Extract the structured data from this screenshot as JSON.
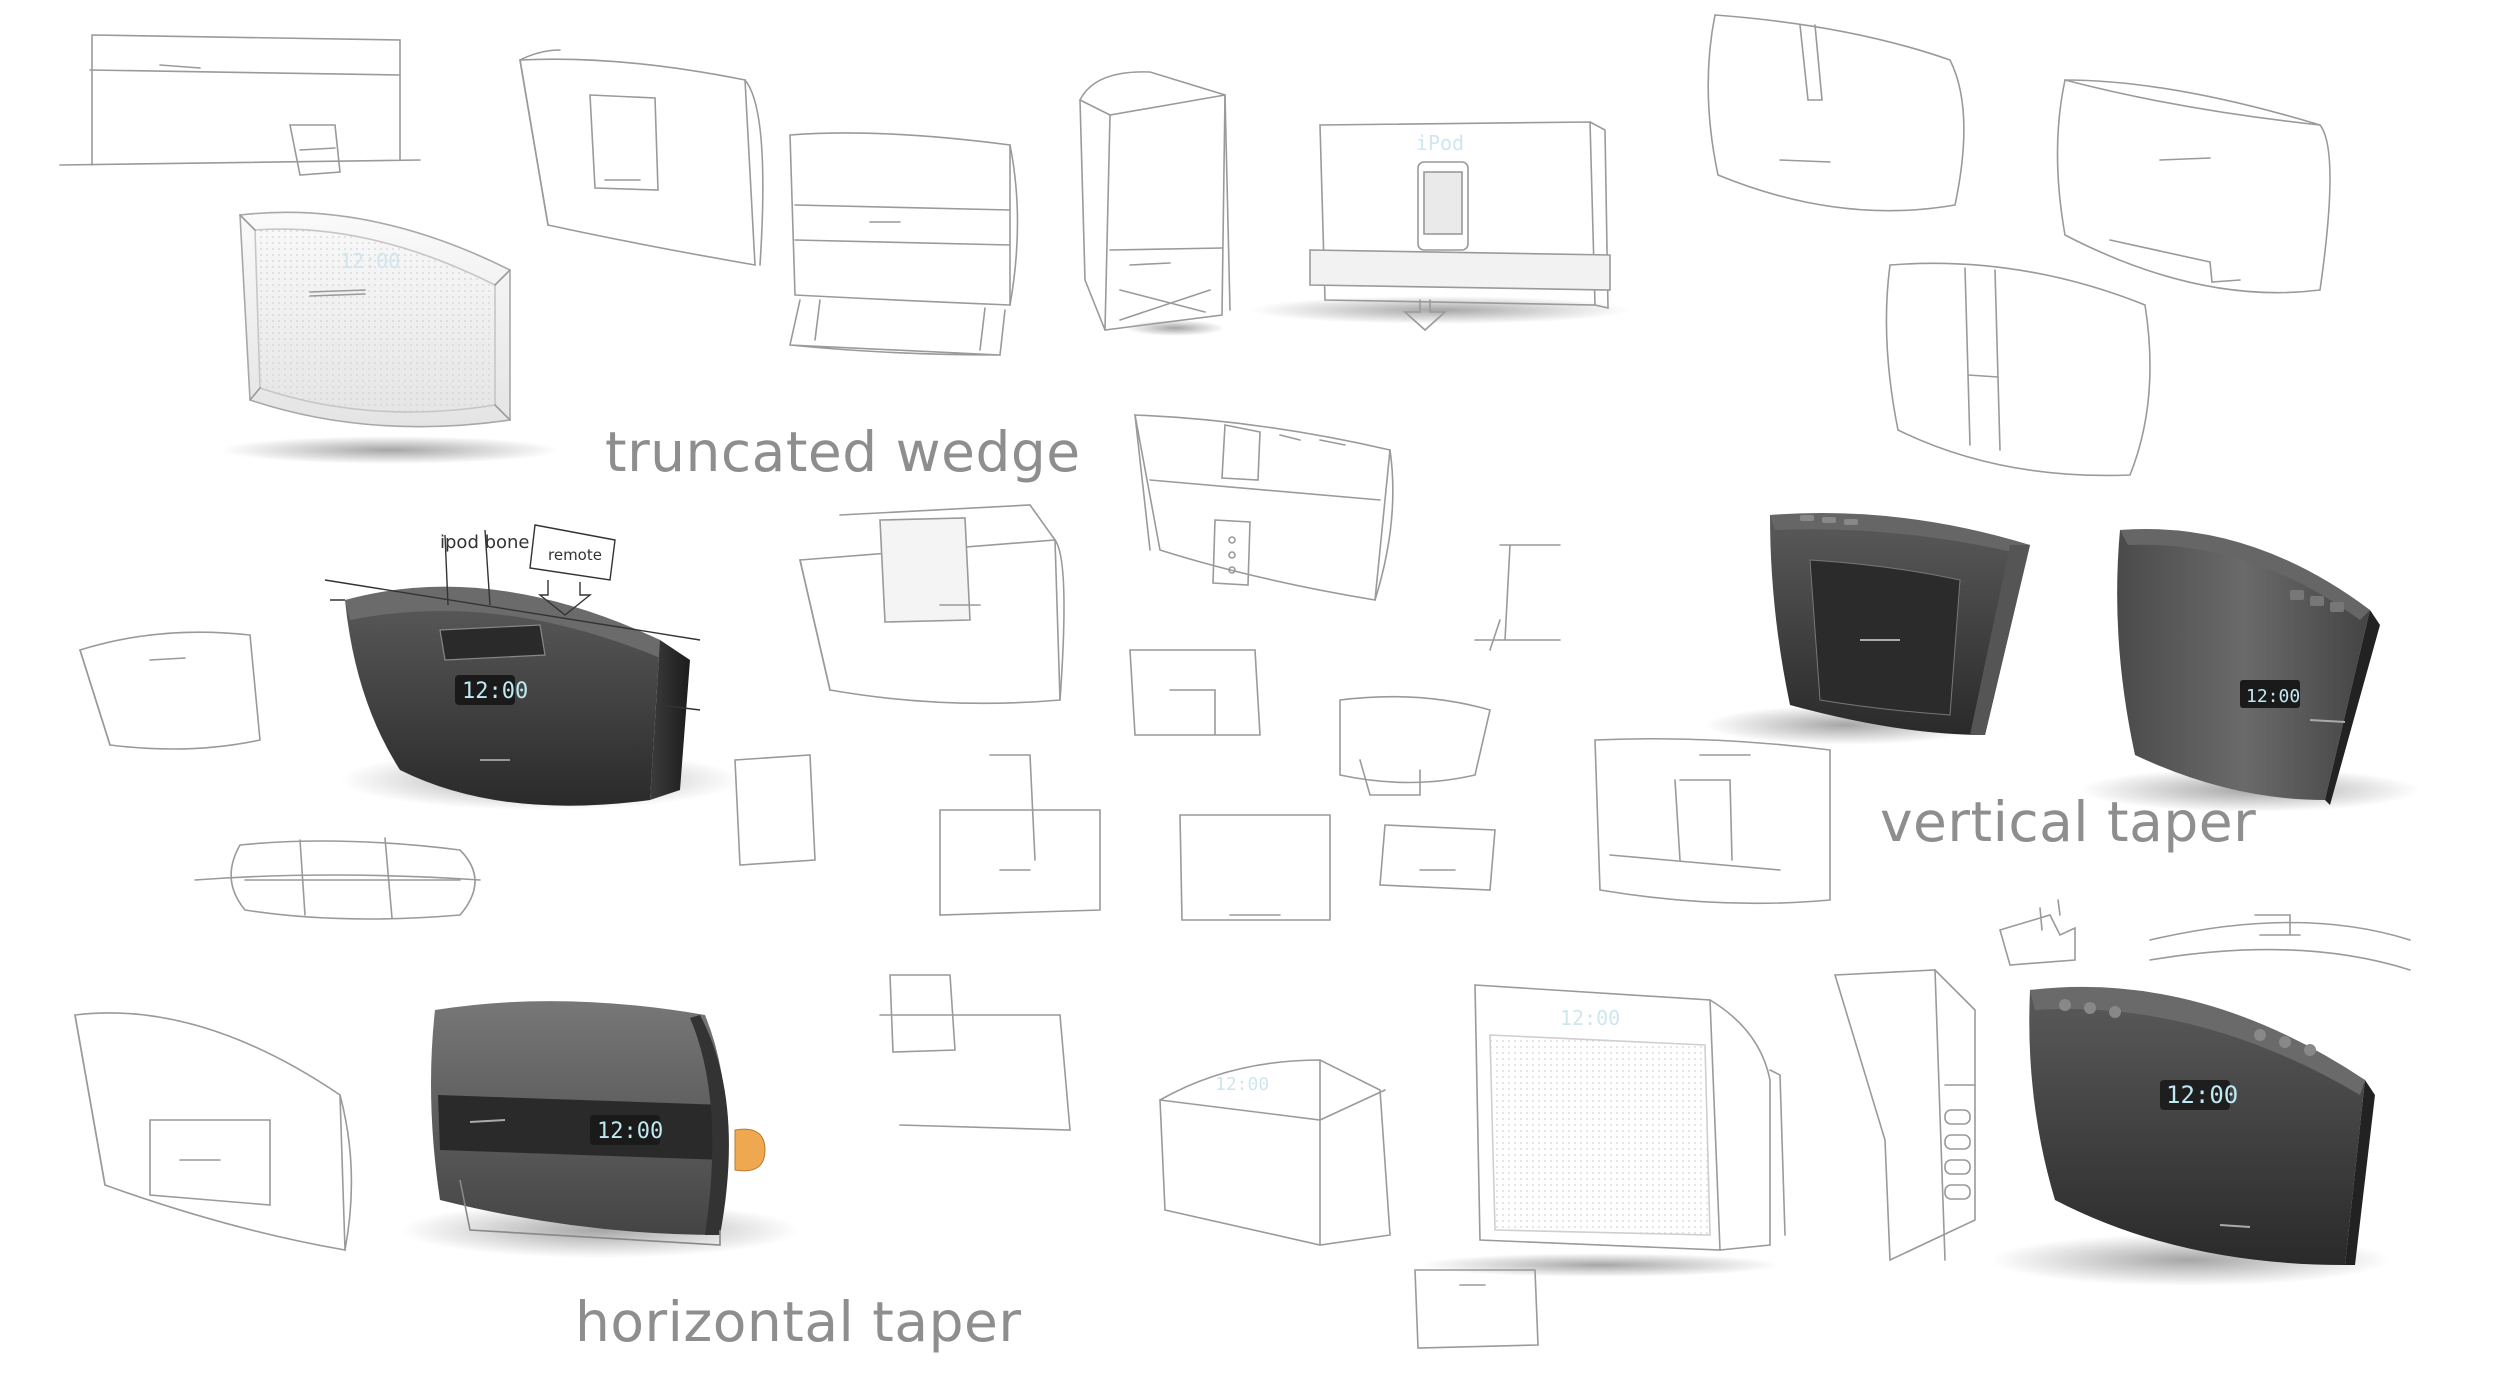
{
  "labels": {
    "truncated_wedge": "truncated wedge",
    "vertical_taper": "vertical taper",
    "horizontal_taper": "horizontal taper"
  },
  "annotations": {
    "ipod_note": "ipod bone",
    "remote_note": "remote"
  },
  "displays": {
    "clock_time": "12:00",
    "ipod_text": "iPod"
  },
  "colors": {
    "sketch_line": "#9a9a9a",
    "render_dark": "#3a3a3a",
    "lcd_blue": "#bfe9f2",
    "caption_gray": "#8e8e8e",
    "accent_orange": "#f0a850"
  }
}
